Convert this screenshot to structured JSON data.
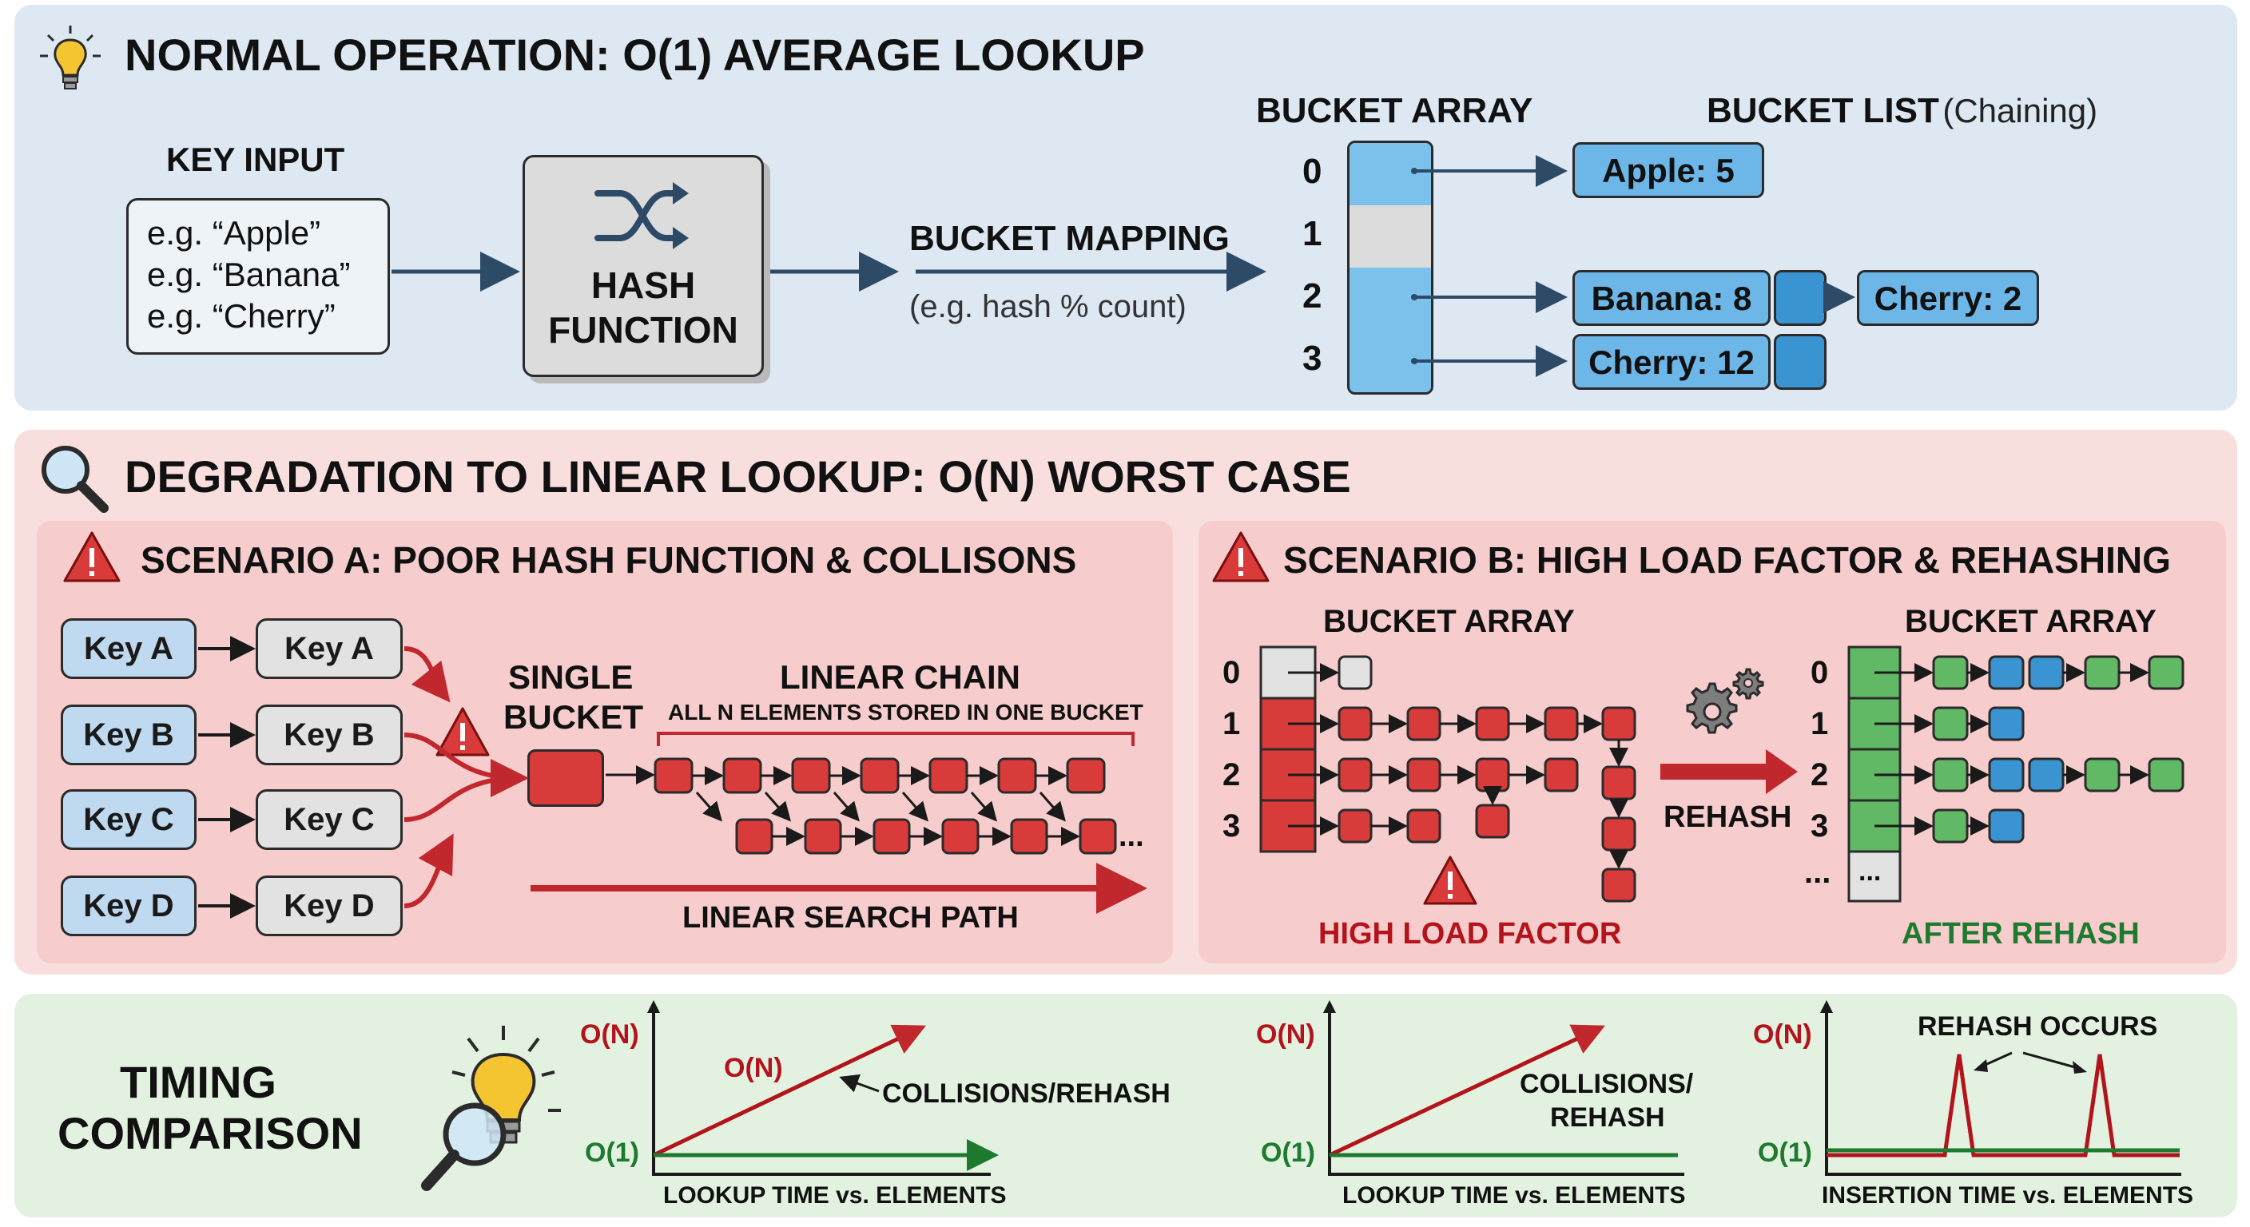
{
  "top": {
    "title": "NORMAL OPERATION:  O(1) AVERAGE LOOKUP",
    "key_input_label": "KEY INPUT",
    "key_examples": [
      "e.g. “Apple”",
      "e.g. “Banana”",
      "e.g. “Cherry”"
    ],
    "hash_line1": "HASH",
    "hash_line2": "FUNCTION",
    "mapping_label": "BUCKET MAPPING",
    "mapping_sub": "(e.g. hash % count)",
    "bucket_array_label": "BUCKET ARRAY",
    "bucket_list_label": "BUCKET LIST",
    "bucket_list_sub": "(Chaining)",
    "indices": [
      "0",
      "1",
      "2",
      "3"
    ],
    "entries": [
      "Apple: 5",
      "Banana: 8",
      "Cherry: 2",
      "Cherry: 12"
    ]
  },
  "middle": {
    "title": "DEGRADATION TO LINEAR LOOKUP: O(N) WORST CASE",
    "scenario_a": {
      "title": "SCENARIO A: POOR HASH FUNCTION & COLLISONS",
      "keys": [
        "Key A",
        "Key B",
        "Key C",
        "Key D"
      ],
      "single_bucket_l1": "SINGLE",
      "single_bucket_l2": "BUCKET",
      "linear_chain": "LINEAR CHAIN",
      "linear_chain_sub": "ALL N ELEMENTS STORED IN ONE BUCKET",
      "ellipsis": "...",
      "search_path": "LINEAR SEARCH PATH"
    },
    "scenario_b": {
      "title": "SCENARIO B: HIGH LOAD FACTOR & REHASHING",
      "bucket_array_left": "BUCKET ARRAY",
      "bucket_array_right": "BUCKET ARRAY",
      "indices": [
        "0",
        "1",
        "2",
        "3"
      ],
      "rehash": "REHASH",
      "high_load": "HIGH LOAD FACTOR",
      "after_rehash": "AFTER REHASH",
      "ellipsis": "...",
      "ellipsis_cell": "..."
    }
  },
  "bottom": {
    "title_l1": "TIMING",
    "title_l2": "COMPARISON",
    "chart1": {
      "y_top": "O(N)",
      "y_bottom": "O(1)",
      "line_label": "O(N)",
      "annotation": "COLLISIONS/REHASH",
      "xlabel": "LOOKUP TIME vs. ELEMENTS"
    },
    "chart2": {
      "y_top": "O(N)",
      "y_bottom": "O(1)",
      "annotation_l1": "COLLISIONS/",
      "annotation_l2": "REHASH",
      "xlabel": "LOOKUP TIME vs. ELEMENTS"
    },
    "chart3": {
      "y_top": "O(N)",
      "y_bottom": "O(1)",
      "annotation": "REHASH OCCURS",
      "xlabel": "INSERTION TIME vs. ELEMENTS"
    }
  },
  "colors": {
    "top_bg": "#dde8f3",
    "mid_bg": "#f9dede",
    "inner_bg": "#f6cccc",
    "bot_bg": "#e3f1e0",
    "red": "#b3141b",
    "green": "#1e7a2e",
    "blue_fill": "#6db6e8",
    "node_red": "#d93a3a",
    "node_green": "#62b965",
    "arrow_dark": "#2d4a66"
  }
}
